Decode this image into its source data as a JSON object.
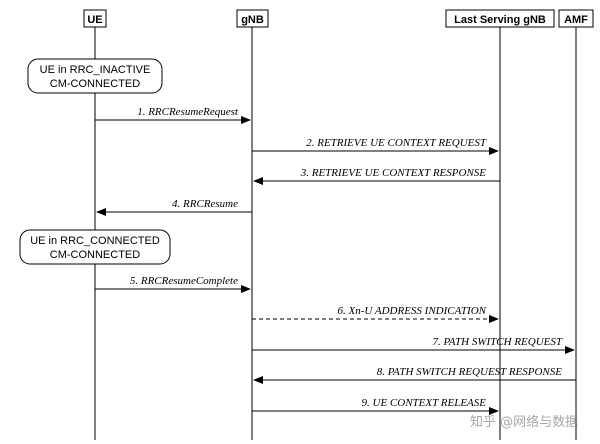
{
  "entities": [
    {
      "id": "ue",
      "label": "UE"
    },
    {
      "id": "gnb",
      "label": "gNB"
    },
    {
      "id": "lsg",
      "label": "Last Serving gNB"
    },
    {
      "id": "amf",
      "label": "AMF"
    }
  ],
  "states": [
    {
      "lines": [
        "UE in RRC_INACTIVE",
        "CM-CONNECTED"
      ]
    },
    {
      "lines": [
        "UE in RRC_CONNECTED",
        "CM-CONNECTED"
      ]
    }
  ],
  "messages": [
    {
      "label": "1. RRCResumeRequest",
      "from": "ue",
      "to": "gnb",
      "dashed": false
    },
    {
      "label": "2. RETRIEVE UE CONTEXT REQUEST",
      "from": "gnb",
      "to": "lsg",
      "dashed": false
    },
    {
      "label": "3. RETRIEVE UE CONTEXT RESPONSE",
      "from": "lsg",
      "to": "gnb",
      "dashed": false
    },
    {
      "label": "4. RRCResume",
      "from": "gnb",
      "to": "ue",
      "dashed": false
    },
    {
      "label": "5. RRCResumeComplete",
      "from": "ue",
      "to": "gnb",
      "dashed": false
    },
    {
      "label": "6. Xn-U ADDRESS INDICATION",
      "from": "gnb",
      "to": "lsg",
      "dashed": true
    },
    {
      "label": "7. PATH SWITCH REQUEST",
      "from": "gnb",
      "to": "amf",
      "dashed": false
    },
    {
      "label": "8. PATH SWITCH REQUEST RESPONSE",
      "from": "amf",
      "to": "gnb",
      "dashed": false
    },
    {
      "label": "9. UE CONTEXT RELEASE",
      "from": "gnb",
      "to": "lsg",
      "dashed": false
    }
  ],
  "watermark": "知乎 @网络与数据"
}
